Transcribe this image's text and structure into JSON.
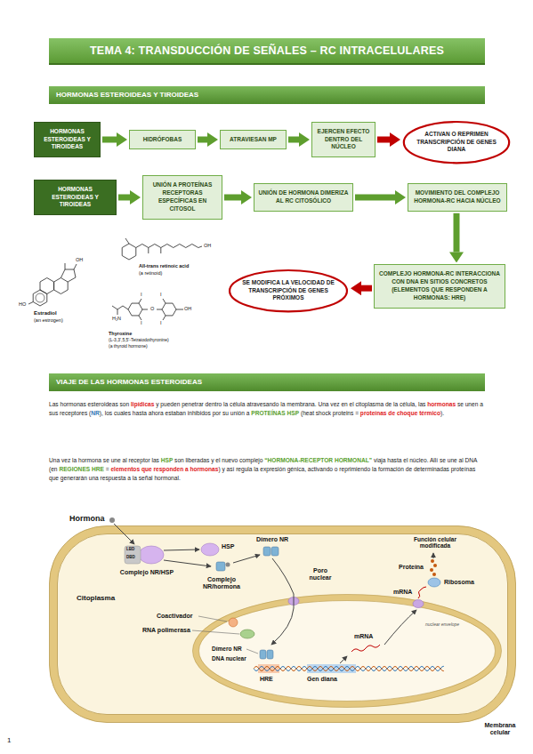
{
  "diagram": {
    "title": "TEMA 4: TRANSDUCCIÓN DE SEÑALES – RC INTRACELULARES",
    "nodes": [
      {
        "text": [
          "HORMONAS ESTEROIDEAS Y TIROIDEAS"
        ]
      },
      {
        "text": [
          "HORMONAS ESTEROIDEAS Y TIROIDEAS"
        ]
      },
      {
        "text": [
          "HIDRÓFOBAS"
        ]
      },
      {
        "text": [
          "ATRAVIESAN MP"
        ]
      },
      {
        "text": [
          "EJERCEN EFECTO DENTRO DEL NÚCLEO"
        ]
      },
      {
        "text": [
          "ACTIVAN O REPRIMEN TRANSCRIPCIÓN DE GENES DIANA"
        ]
      },
      {
        "text": [
          "HORMONAS ESTEROIDEAS Y TIROIDEAS"
        ]
      },
      {
        "text": [
          "UNIÓN A PROTEÍNAS RECEPTORAS ESPECÍFICAS EN CITOSOL"
        ]
      },
      {
        "text": [
          "UNIÓN DE HORMONA DIMERIZA AL RC CITOSÓLICO"
        ]
      },
      {
        "text": [
          "MOVIMIENTO DEL COMPLEJO HORMONA-RC HACIA NÚCLEO"
        ]
      },
      {
        "text": [
          "COMPLEJO HORMONA-RC INTERACCIONA CON DNA EN SITIOS CONCRETOS (ELEMENTOS QUE RESPONDEN A HORMONAS: HRE)"
        ]
      },
      {
        "text": [
          "SE MODIFICA LA VELOCIDAD DE TRANSCRIPCIÓN DE GENES PRÓXIMOS"
        ]
      },
      {
        "text": [
          "VIAJE DE LAS HORMONAS ESTEROIDEAS"
        ]
      }
    ],
    "edges": [
      {
        "from": 1,
        "to": 2,
        "arrow": "to"
      },
      {
        "from": 2,
        "to": 3,
        "arrow": "to"
      },
      {
        "from": 3,
        "to": 4,
        "arrow": "to"
      },
      {
        "from": 4,
        "to": 5,
        "arrow": "to"
      },
      {
        "from": 6,
        "to": 7,
        "arrow": "to"
      },
      {
        "from": 7,
        "to": 8,
        "arrow": "to"
      },
      {
        "from": 8,
        "to": 9,
        "arrow": "to"
      },
      {
        "from": 9,
        "to": 10,
        "arrow": "to"
      },
      {
        "from": 10,
        "to": 11,
        "arrow": "to"
      }
    ],
    "labels": [
      "Estradiol",
      "(an estrogen)",
      "All-trans retinoic acid",
      "(a retinoid)",
      "Thyroxine",
      "(L-3,3',5,5'-Tetraiodothyronine)",
      "(a thyroid hormone)",
      "OH",
      "HO",
      "OH",
      "H₂N",
      "I",
      "I",
      "I",
      "I",
      "O",
      "OH",
      "Las hormonas esteroideas son ",
      "lipídicas",
      " y pueden penetrar dentro la célula atravesando la membrana. Una vez en el citoplasma de la célula, las ",
      "hormonas",
      " se unen a sus receptores (",
      "NR",
      "), los cuales hasta ahora estaban inhibidos por su unión a ",
      "PROTEÍNAS HSP",
      " (heat shock proteins = ",
      "proteínas de choque térmico",
      ").",
      "Una vez la hormona se une al receptor las ",
      "HSP",
      " son liberadas y el nuevo complejo ",
      "“HORMONA-RECEPTOR HORMONAL”",
      " viaja hasta el núcleo. Allí se une al DNA (en ",
      "REGIONES HRE",
      " = ",
      "elementos que responden a hormonas",
      ") y así regula la expresión génica, activando o reprimiendo la formación de determinadas proteínas que generarán una respuesta a la señal hormonal.",
      "Hormona",
      "HSP",
      "Complejo NR/HSP",
      "Citoplasma",
      "Complejo NR/hormona",
      "Dímero NR",
      "Poro nuclear",
      "Coactivador",
      "RNA polimerasa",
      "Dímero NR",
      "DNA nuclear",
      "HRE",
      "Gen diana",
      "mRNA",
      "mRNA",
      "Ribosoma",
      "Proteína",
      "Función celular modificada",
      "nuclear envelope",
      "Membrana celular",
      "LBD",
      "DBD",
      "1"
    ]
  }
}
